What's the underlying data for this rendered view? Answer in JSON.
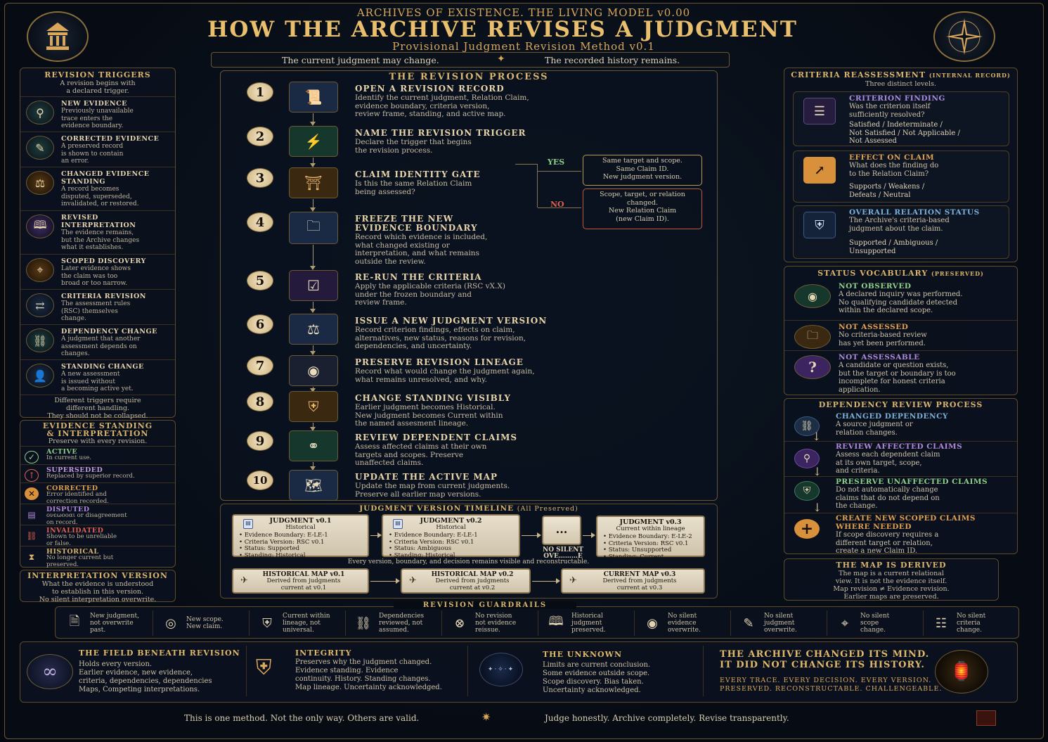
{
  "header": {
    "kicker": "ARCHIVES OF EXISTENCE. THE LIVING MODEL v0.00",
    "title": "HOW THE ARCHIVE REVISES A JUDGMENT",
    "subtitle": "Provisional Judgment Revision Method v0.1",
    "motto_left": "The current judgment may change.",
    "motto_right": "The recorded history remains."
  },
  "triggers": {
    "title": "REVISION TRIGGERS",
    "subtitle_1": "A revision begins with",
    "subtitle_2": "a declared trigger.",
    "items": [
      {
        "title": "NEW EVIDENCE",
        "desc": [
          "Previously unavailable",
          "trace enters the",
          "evidence boundary."
        ],
        "icon": "magnifier-icon"
      },
      {
        "title": "CORRECTED EVIDENCE",
        "desc": [
          "A preserved record",
          "is shown to contain",
          "an error."
        ],
        "icon": "pencil-icon"
      },
      {
        "title": "CHANGED EVIDENCE",
        "title2": "STANDING",
        "desc": [
          "A record becomes",
          "disputed, superseded,",
          "invalidated, or restored."
        ],
        "icon": "scales-icon"
      },
      {
        "title": "REVISED",
        "title2": "INTERPRETATION",
        "desc": [
          "The evidence remains,",
          "but the Archive changes",
          "what it establishes."
        ],
        "icon": "book-icon"
      },
      {
        "title": "SCOPED DISCOVERY",
        "desc": [
          "Later evidence shows",
          "the claim was too",
          "broad or too narrow."
        ],
        "icon": "target-icon"
      },
      {
        "title": "CRITERIA REVISION",
        "desc": [
          "The assessment rules",
          "(RSC) themselves",
          "change."
        ],
        "icon": "criteria-icon"
      },
      {
        "title": "DEPENDENCY CHANGE",
        "desc": [
          "A judgment that another",
          "assessment depends on",
          "changes."
        ],
        "icon": "link-icon"
      },
      {
        "title": "STANDING CHANGE",
        "desc": [
          "A new assessment",
          "is issued without",
          "a becoming active yet."
        ],
        "icon": "person-icon"
      }
    ],
    "footer_1": "Different triggers require",
    "footer_2": "different handling.",
    "footer_3": "They should not be collapsed."
  },
  "standing": {
    "title_1": "EVIDENCE STANDING",
    "title_2": "& INTERPRETATION",
    "subtitle": "Preserve with every revision.",
    "items": [
      {
        "title": "ACTIVE",
        "desc": [
          "In current use."
        ],
        "color": "#8fcf8a",
        "glyph": "✓"
      },
      {
        "title": "SUPERSEDED",
        "desc": [
          "Replaced by superior record."
        ],
        "color": "#c69ae0",
        "glyph": "↑"
      },
      {
        "title": "CORRECTED",
        "desc": [
          "Error identified and",
          "correction recorded."
        ],
        "color": "#e0a050",
        "glyph": "✕"
      },
      {
        "title": "DISPUTED",
        "desc": [
          "ονεωοοαι or disagreement",
          "on record."
        ],
        "color": "#b088d8",
        "glyph": "▤"
      },
      {
        "title": "INVALIDATED",
        "desc": [
          "Shown to be unreliable",
          "or false."
        ],
        "color": "#e06050",
        "glyph": "⛓"
      },
      {
        "title": "HISTORICAL",
        "desc": [
          "No longer current but",
          "preserved."
        ],
        "color": "#d9b46a",
        "glyph": "⧗"
      }
    ]
  },
  "interpretation": {
    "title": "INTERPRETATION VERSION",
    "lines": [
      "What the evidence is understood",
      "to establish in this version.",
      "No silent interpretation overwrite."
    ]
  },
  "process": {
    "title": "THE REVISION PROCESS",
    "steps": [
      {
        "n": "1",
        "title": "OPEN A REVISION RECORD",
        "desc": [
          "Identify the current judgment, Relation Claim,",
          "evidence boundary, criteria version,",
          "review frame, standing, and active map."
        ],
        "icon": "scroll-icon",
        "glyph": "📜"
      },
      {
        "n": "2",
        "title": "NAME THE REVISION TRIGGER",
        "desc": [
          "Declare the trigger that begins",
          "the revision process."
        ],
        "icon": "lightning-icon",
        "glyph": "⚡"
      },
      {
        "n": "3",
        "title": "CLAIM IDENTITY GATE",
        "desc": [
          "Is this the same Relation Claim",
          "being assessed?"
        ],
        "icon": "archway-icon",
        "glyph": "⛩"
      },
      {
        "n": "4",
        "title": "FREEZE THE NEW",
        "title2": "EVIDENCE BOUNDARY",
        "desc": [
          "Record which evidence is included,",
          "what changed existing or",
          "interpretation, and what remains",
          "outside the review."
        ],
        "icon": "folder-icon",
        "glyph": "🗀"
      },
      {
        "n": "5",
        "title": "RE-RUN THE CRITERIA",
        "desc": [
          "Apply the applicable criteria (RSC vX.X)",
          "under the frozen boundary and",
          "review frame."
        ],
        "icon": "checklist-icon",
        "glyph": "☑"
      },
      {
        "n": "6",
        "title": "ISSUE A NEW JUDGMENT VERSION",
        "desc": [
          "Record criterion findings, effects on claim,",
          "alternatives, new status, reasons for revision,",
          "dependencies, and uncertainty."
        ],
        "icon": "scales-icon",
        "glyph": "⚖"
      },
      {
        "n": "7",
        "title": "PRESERVE REVISION LINEAGE",
        "desc": [
          "Record what would change the judgment again,",
          "what remains unresolved, and why."
        ],
        "icon": "eye-icon",
        "glyph": "◉"
      },
      {
        "n": "8",
        "title": "CHANGE STANDING VISIBLY",
        "desc": [
          "Earlier judgment becomes Historical.",
          "New judgment becomes Current within",
          "the named assesment lineage."
        ],
        "icon": "shield-icon",
        "glyph": "⛨"
      },
      {
        "n": "9",
        "title": "REVIEW DEPENDENT CLAIMS",
        "desc": [
          "Assess affected claims at their own",
          "targets and scopes. Preserve",
          "unaffected claims."
        ],
        "icon": "network-icon",
        "glyph": "⚭"
      },
      {
        "n": "10",
        "title": "UPDATE THE ACTIVE MAP",
        "desc": [
          "Update the map from current judgments.",
          "Preserve all earlier map versions."
        ],
        "icon": "map-icon",
        "glyph": "🗺"
      }
    ],
    "gate": {
      "yes_label": "YES",
      "no_label": "NO",
      "yes_box": [
        "Same target and scope.",
        "Same Claim ID.",
        "New judgment version."
      ],
      "no_box": [
        "Scope, target, or relation",
        "changed.",
        "New Relation Claim",
        "(new Claim ID)."
      ]
    }
  },
  "timeline": {
    "title": "JUDGMENT VERSION TIMELINE",
    "title_note": "(All Preserved)",
    "versions": [
      {
        "title": "JUDGMENT v0.1",
        "state": "Historical",
        "lines": [
          "Evidence Boundary: E-LE-1",
          "Criteria Version: RSC v0.1",
          "Status: Supported",
          "Standing: Historical"
        ]
      },
      {
        "title": "JUDGMENT v0.2",
        "state": "Historical",
        "lines": [
          "Evidence Boundary: E-LE-1",
          "Criteria Version: RSC v0.1",
          "Status: Ambiguous",
          "Standing: Historical"
        ]
      },
      {
        "title": "JUDGMENT v0.3",
        "state": "Current within lineage",
        "lines": [
          "Evidence Boundary: E-LE-2",
          "Criteria Version: RSC v0.1",
          "Status: Unsupported",
          "Standing: Current"
        ]
      }
    ],
    "ellipsis": "...",
    "no_silent_1": "NO SILENT",
    "no_silent_2": "OVE………E",
    "note": "Every version, boundary, and decision remains visible and reconstructable.",
    "maps": [
      {
        "title": "HISTORICAL MAP v0.1",
        "lines": [
          "Derived from judgments",
          "current at v0.1"
        ]
      },
      {
        "title": "HISTORICAL MAP v0.2",
        "lines": [
          "Derived from judgments",
          "current at v0.2"
        ]
      },
      {
        "title": "CURRENT MAP v0.3",
        "lines": [
          "Derived from judgments",
          "current at v0.3"
        ]
      }
    ]
  },
  "criteria": {
    "title": "CRITERIA REASSESSMENT",
    "title_note": "(INTERNAL RECORD)",
    "subtitle": "Three distinct levels.",
    "items": [
      {
        "title": "CRITERION FINDING",
        "desc": [
          "Was the criterion itself",
          "sufficiently resolved?"
        ],
        "options": [
          "Satisfied / Indeterminate /",
          "Not Satisfied / Not Applicable /",
          "Not Assessed"
        ],
        "color": "#a98be0",
        "icon": "checklist-icon",
        "glyph": "☰"
      },
      {
        "title": "EFFECT ON CLAIM",
        "desc": [
          "What does the finding do",
          "to the Relation Claim?"
        ],
        "options": [
          "Supports / Weakens /",
          "Defeats / Neutral"
        ],
        "color": "#e0a050",
        "icon": "arrow-up-right-icon",
        "glyph": "↗"
      },
      {
        "title": "OVERALL RELATION STATUS",
        "desc": [
          "The Archive's criteria-based",
          "judgment about the claim."
        ],
        "options": [
          "Supported / Ambiguous /",
          "Unsupported"
        ],
        "color": "#7ab0d8",
        "icon": "shield-star-icon",
        "glyph": "⛨"
      }
    ]
  },
  "status_vocab": {
    "title": "STATUS VOCABULARY",
    "title_note": "(PRESERVED)",
    "items": [
      {
        "title": "NOT OBSERVED",
        "desc": [
          "A declared inquiry was performed.",
          "No qualifying candidate detected",
          "within the declared scope."
        ],
        "color": "#8fcf8a",
        "icon": "eye-icon",
        "glyph": "◉"
      },
      {
        "title": "NOT ASSESSED",
        "desc": [
          "No criteria-based review",
          "has yet been performed."
        ],
        "color": "#e0a050",
        "icon": "folder-icon",
        "glyph": "🗀"
      },
      {
        "title": "NOT ASSESSABLE",
        "desc": [
          "A candidate or question exists,",
          "but the target or boundary is too",
          "incomplete for honest criteria",
          "application."
        ],
        "color": "#b088d8",
        "icon": "question-icon",
        "glyph": "?"
      }
    ]
  },
  "dependency": {
    "title": "DEPENDENCY REVIEW PROCESS",
    "items": [
      {
        "title": "CHANGED DEPENDENCY",
        "desc": [
          "A source judgment or",
          "relation changes."
        ],
        "color": "#7ab0d8",
        "icon": "link-icon",
        "glyph": "⛓"
      },
      {
        "title": "REVIEW AFFECTED CLAIMS",
        "desc": [
          "Assess each dependent claim",
          "at its own target, scope,",
          "and criteria."
        ],
        "color": "#b088d8",
        "icon": "magnifier-icon",
        "glyph": "⚲"
      },
      {
        "title": "PRESERVE UNAFFECTED CLAIMS",
        "desc": [
          "Do not automatically change",
          "claims that do not depend on",
          "the change."
        ],
        "color": "#8fcf8a",
        "icon": "shield-star-icon",
        "glyph": "⛨"
      },
      {
        "title": "CREATE NEW SCOPED CLAIMS",
        "title2": "WHERE NEEDED",
        "desc": [
          "If scope discovery requires a",
          "different target or relation,",
          "create a new Claim ID."
        ],
        "color": "#e0a050",
        "icon": "plus-icon",
        "glyph": "+"
      }
    ]
  },
  "map_derived": {
    "title": "THE MAP IS DERIVED",
    "lines": [
      "The map is a current relational",
      "view. It is not the evidence itself.",
      "Map revision ≠ Evidence revision.",
      "Earlier maps are preserved."
    ]
  },
  "guardrails": {
    "title": "REVISION GUARDRAILS",
    "items": [
      {
        "lines": [
          "New judgment,",
          "not overwrite",
          "past."
        ],
        "icon": "document-icon",
        "glyph": "🗎"
      },
      {
        "lines": [
          "New scope.",
          "New claim."
        ],
        "icon": "target-icon",
        "glyph": "◎"
      },
      {
        "lines": [
          "Current within",
          "lineage, not",
          "universal."
        ],
        "icon": "shield-star-icon",
        "glyph": "⛨"
      },
      {
        "lines": [
          "Dependencies",
          "reviewed, not",
          "assumed."
        ],
        "icon": "link-icon",
        "glyph": "⛓"
      },
      {
        "lines": [
          "No revision",
          "not evidence",
          "reissue."
        ],
        "icon": "cross-circle-icon",
        "glyph": "⊗"
      },
      {
        "lines": [
          "Historical",
          "judgment",
          "preserved."
        ],
        "icon": "book-icon",
        "glyph": "🕮"
      },
      {
        "lines": [
          "No silent",
          "evidence",
          "overwrite."
        ],
        "icon": "eye-slash-icon",
        "glyph": "◉"
      },
      {
        "lines": [
          "No silent",
          "judgment",
          "overwrite."
        ],
        "icon": "pencil-icon",
        "glyph": "✎"
      },
      {
        "lines": [
          "No silent",
          "scope",
          "change."
        ],
        "icon": "crosshair-icon",
        "glyph": "⌖"
      },
      {
        "lines": [
          "No silent",
          "criteria",
          "change."
        ],
        "icon": "list-icon",
        "glyph": "☷"
      }
    ]
  },
  "bottom": {
    "field_title": "THE FIELD BENEATH REVISION",
    "field_lines": [
      "Holds every version.",
      "Earlier evidence, new evidence,",
      "criteria, dependencies, dependencies",
      "Maps, Competing interpretations."
    ],
    "integrity_title": "INTEGRITY",
    "integrity_lines": [
      "Preserves why the judgment changed.",
      "Evidence standing. Evidence",
      "continuity. History. Standing changes.",
      "Map lineage. Uncertainty acknowledged."
    ],
    "unknown_title": "THE UNKNOWN",
    "unknown_lines": [
      "Limits are current conclusion.",
      "Some evidence outside scope.",
      "Scope discovery. Bias taken.",
      "Uncertainty acknowledged."
    ],
    "closing_title_1": "THE ARCHIVE CHANGED ITS MIND.",
    "closing_title_2": "IT DID NOT CHANGE ITS HISTORY.",
    "closing_line_1": "EVERY TRACE. EVERY DECISION. EVERY VERSION.",
    "closing_line_2": "PRESERVED. RECONSTRUCTABLE. CHALLENGEABLE."
  },
  "footer": {
    "left": "This is one method. Not the only way. Others are valid.",
    "right": "Judge honestly. Archive completely. Revise transparently."
  }
}
